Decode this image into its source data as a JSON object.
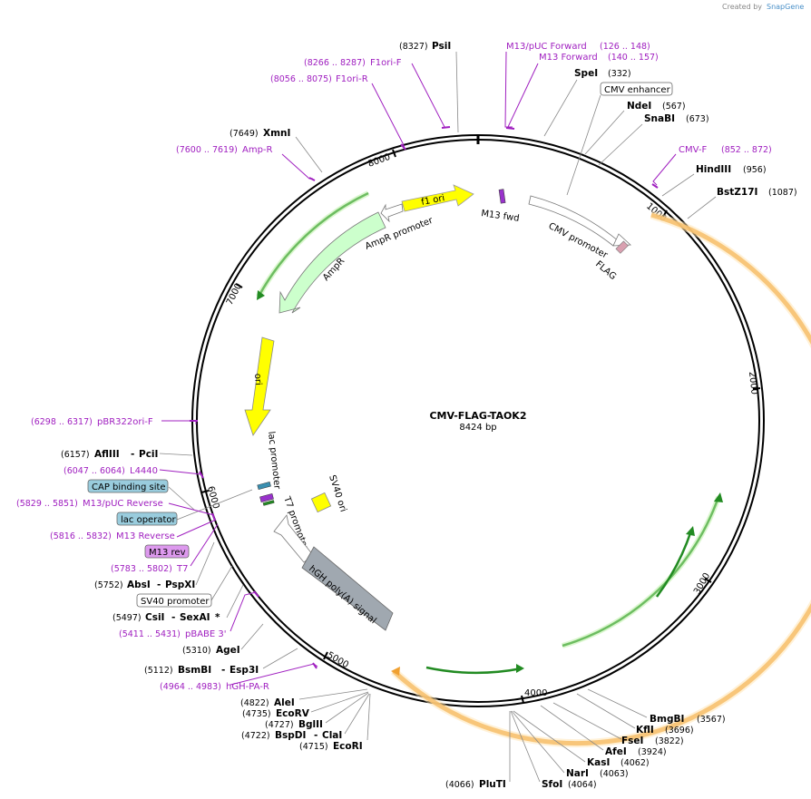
{
  "credit": {
    "created_by": "Created by",
    "brand": "SnapGene"
  },
  "plasmid": {
    "name": "CMV-FLAG-TAOK2",
    "size": "8424 bp"
  },
  "ticks": [
    {
      "label": "1000"
    },
    {
      "label": "2000"
    },
    {
      "label": "3000"
    },
    {
      "label": "4000"
    },
    {
      "label": "5000"
    },
    {
      "label": "6000"
    },
    {
      "label": "7000"
    },
    {
      "label": "8000"
    }
  ],
  "features": [
    {
      "label": "f1 ori",
      "color": "#ffff00"
    },
    {
      "label": "M13 fwd",
      "color": "#9932cc"
    },
    {
      "label": "CMV promoter",
      "color": "#ffffff"
    },
    {
      "label": "FLAG",
      "color": "#d9a0b0"
    },
    {
      "label": "AmpR promoter",
      "color": "#ffffff"
    },
    {
      "label": "AmpR",
      "color": "#ccffcc"
    },
    {
      "label": "ori",
      "color": "#ffff00"
    },
    {
      "label": "lac promoter",
      "color": "#ffffff"
    },
    {
      "label": "T7 promoter",
      "color": "#ffffff"
    },
    {
      "label": "SV40 ori",
      "color": "#ffff00"
    },
    {
      "label": "hGH poly(A) signal",
      "color": "#a0a8b0"
    }
  ],
  "sites": [
    {
      "pos": "(8327)",
      "name": "PsiI"
    },
    {
      "pos": "(332)",
      "name": "SpeI"
    },
    {
      "pos": "(567)",
      "name": "NdeI"
    },
    {
      "pos": "(673)",
      "name": "SnaBI"
    },
    {
      "pos": "(956)",
      "name": "HindIII"
    },
    {
      "pos": "(1087)",
      "name": "BstZ17I"
    },
    {
      "pos": "(7649)",
      "name": "XmnI"
    },
    {
      "pos": "(6157)",
      "name": "AflIII",
      "name2": "PciI"
    },
    {
      "pos": "(5752)",
      "name": "AbsI",
      "name2": "PspXI"
    },
    {
      "pos": "(5497)",
      "name": "CsiI",
      "name2": "SexAI",
      "star": "*"
    },
    {
      "pos": "(5310)",
      "name": "AgeI"
    },
    {
      "pos": "(5112)",
      "name": "BsmBI",
      "name2": "Esp3I"
    },
    {
      "pos": "(4822)",
      "name": "AleI"
    },
    {
      "pos": "(4735)",
      "name": "EcoRV"
    },
    {
      "pos": "(4727)",
      "name": "BglII"
    },
    {
      "pos": "(4722)",
      "name": "BspDI",
      "name2": "ClaI"
    },
    {
      "pos": "(4715)",
      "name": "EcoRI"
    },
    {
      "pos": "(3567)",
      "name": "BmgBI"
    },
    {
      "pos": "(3696)",
      "name": "KflI"
    },
    {
      "pos": "(3822)",
      "name": "FseI"
    },
    {
      "pos": "(3924)",
      "name": "AfeI"
    },
    {
      "pos": "(4062)",
      "name": "KasI"
    },
    {
      "pos": "(4063)",
      "name": "NarI"
    },
    {
      "pos": "(4064)",
      "name": "SfoI"
    },
    {
      "pos": "(4066)",
      "name": "PluTI"
    }
  ],
  "primers": [
    {
      "range": "(126 .. 148)",
      "name": "M13/pUC Forward"
    },
    {
      "range": "(140 .. 157)",
      "name": "M13 Forward"
    },
    {
      "range": "(8266 .. 8287)",
      "name": "F1ori-F"
    },
    {
      "range": "(8056 .. 8075)",
      "name": "F1ori-R"
    },
    {
      "range": "(7600 .. 7619)",
      "name": "Amp-R"
    },
    {
      "range": "(852 .. 872)",
      "name": "CMV-F"
    },
    {
      "range": "(6298 .. 6317)",
      "name": "pBR322ori-F"
    },
    {
      "range": "(6047 .. 6064)",
      "name": "L4440"
    },
    {
      "range": "(5829 .. 5851)",
      "name": "M13/pUC Reverse"
    },
    {
      "range": "(5816 .. 5832)",
      "name": "M13 Reverse"
    },
    {
      "range": "(5783 .. 5802)",
      "name": "T7"
    },
    {
      "range": "(5411 .. 5431)",
      "name": "pBABE 3'"
    },
    {
      "range": "(4964 .. 4983)",
      "name": "hGH-PA-R"
    }
  ],
  "boxed_labels": [
    {
      "label": "CMV enhancer",
      "fill": "#ffffff"
    },
    {
      "label": "CAP binding site",
      "fill": "#99ccdd"
    },
    {
      "label": "lac operator",
      "fill": "#99ccdd"
    },
    {
      "label": "M13 rev",
      "fill": "#dd99ee"
    },
    {
      "label": "SV40 promoter",
      "fill": "#ffffff"
    }
  ],
  "colors": {
    "primer": "#a020c0",
    "orf": "#f0a030",
    "green_arrow": "#228b22",
    "backbone": "#000000"
  }
}
